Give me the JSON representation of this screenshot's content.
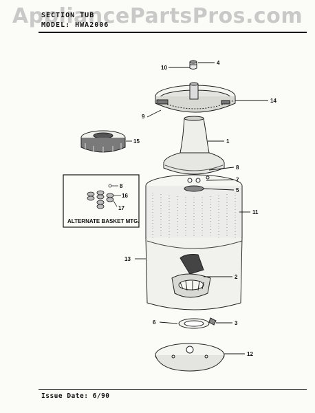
{
  "header": {
    "section_text": "SECTION  TUB",
    "model_text": "MODEL:   HWA2006"
  },
  "watermark": "AppliancePartsPros.com",
  "footer": {
    "issue_date": "Issue Date: 6/90"
  },
  "inset": {
    "label": "ALTERNATE BASKET MTG."
  },
  "callouts": {
    "c1": "1",
    "c2": "2",
    "c3": "3",
    "c4": "4",
    "c5": "5",
    "c6": "6",
    "c7": "7",
    "c8": "8",
    "c9": "9",
    "c10": "10",
    "c11": "11",
    "c12": "12",
    "c13": "13",
    "c14": "14",
    "c15": "15",
    "inset8": "8",
    "inset16": "16",
    "inset17": "17"
  }
}
